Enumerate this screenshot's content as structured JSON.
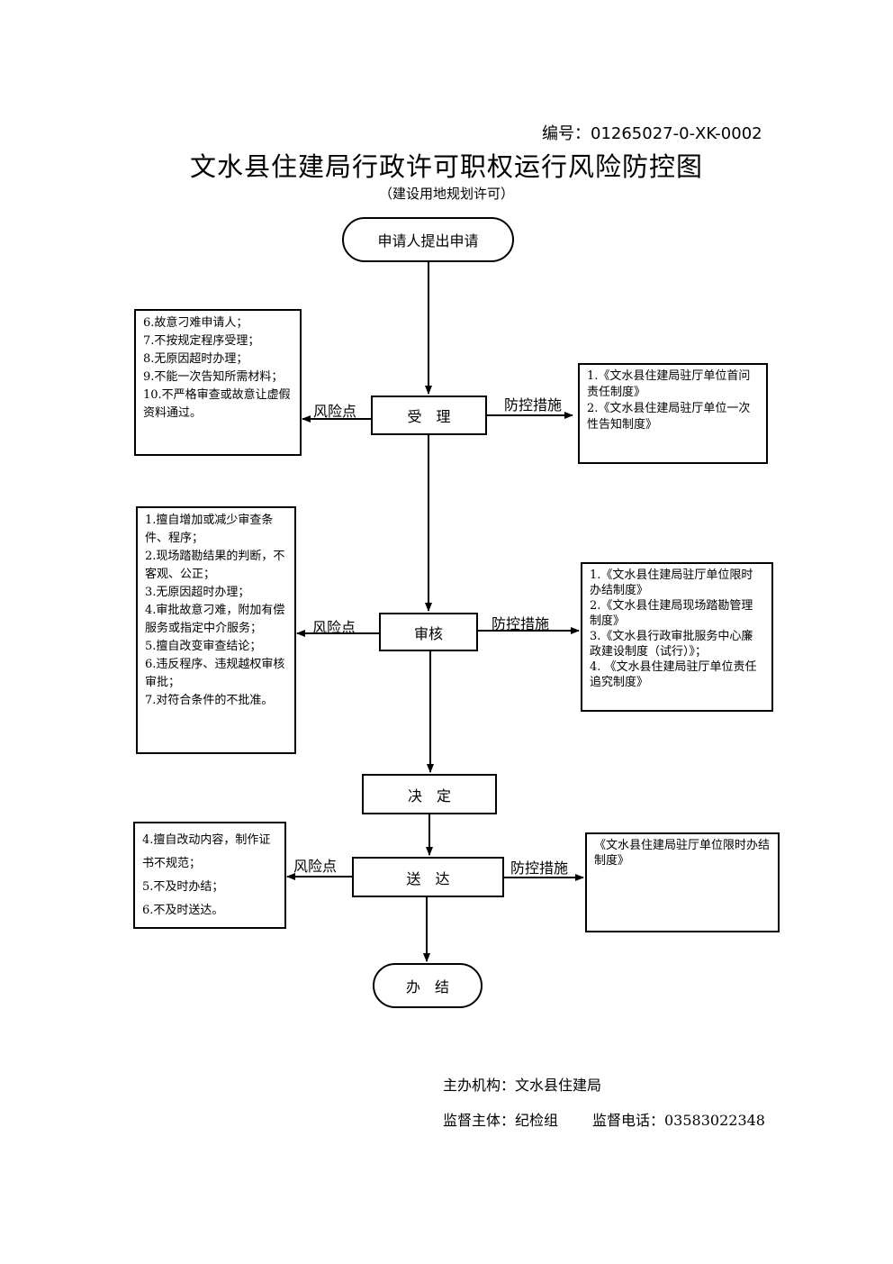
{
  "doc_code": "编号：01265027-0-XK-0002",
  "title": "文水县住建局行政许可职权运行风险防控图",
  "subtitle": "（建设用地规划许可）",
  "nodes": {
    "start": "申请人提出申请",
    "accept": "受　理",
    "review": "审核",
    "decide": "决　定",
    "deliver": "送　达",
    "end": "办　结"
  },
  "labels": {
    "risk": "风险点",
    "control": "防控措施"
  },
  "risks": {
    "accept": [
      "6.故意刁难申请人；",
      "7.不按规定程序受理；",
      "8.无原因超时办理；",
      "9.不能一次告知所需材料；",
      "10.不严格审查或故意让虚假资料通过。"
    ],
    "review": [
      "1.擅自增加或减少审查条件、程序；",
      "2.现场踏勘结果的判断，不客观、公正；",
      "3.无原因超时办理；",
      "4.审批故意刁难，附加有偿服务或指定中介服务；",
      "5.擅自改变审查结论；",
      "6.违反程序、违规越权审核审批；",
      "7.对符合条件的不批准。"
    ],
    "deliver": [
      "4.擅自改动内容，制作证书不规范；",
      "5.不及时办结；",
      "6.不及时送达。"
    ]
  },
  "controls": {
    "accept": [
      "1.《文水县住建局驻厅单位首问责任制度》",
      "2.《文水县住建局驻厅单位一次性告知制度》"
    ],
    "review": [
      "1.《文水县住建局驻厅单位限时办结制度》",
      "2.《文水县住建局现场踏勘管理制度》",
      "3.《文水县行政审批服务中心廉政建设制度（试行）》；",
      "4. 《文水县住建局驻厅单位责任追究制度》"
    ],
    "deliver": [
      "《文水县住建局驻厅单位限时办结制度》"
    ]
  },
  "footer": {
    "organizer": "主办机构：文水县住建局",
    "supervisor": "监督主体：纪检组",
    "phone": "监督电话：03583022348"
  }
}
